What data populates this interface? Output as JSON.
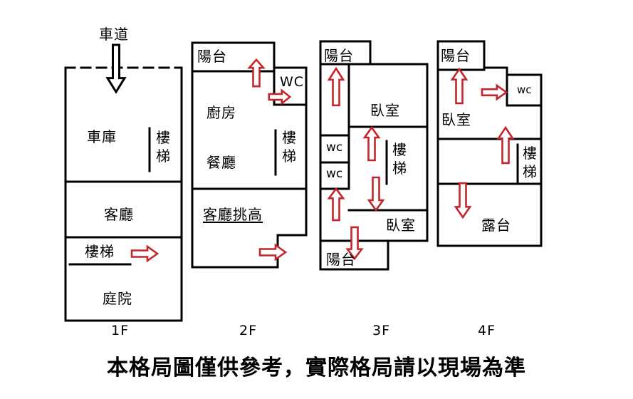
{
  "colors": {
    "background": "#ffffff",
    "wall": "#000000",
    "arrow_red": "#c3252b",
    "text": "#000000"
  },
  "icons": {
    "arrow_up": "red outline arrow pointing up",
    "arrow_down": "red outline arrow pointing down",
    "arrow_right": "red outline arrow pointing right",
    "driveway_arrow": "black outline arrow pointing down"
  },
  "driveway": {
    "label": "車道"
  },
  "floors": [
    {
      "id": "1F",
      "floor_label": "1F",
      "rooms": {
        "garage": "車庫",
        "stairs_side": "樓梯",
        "living": "客廳",
        "stairs": "樓梯",
        "yard": "庭院"
      }
    },
    {
      "id": "2F",
      "floor_label": "2F",
      "rooms": {
        "balcony": "陽台",
        "wc": "WC",
        "kitchen": "廚房",
        "dining": "餐廳",
        "stairs": "樓梯",
        "living_double_height": "客廳挑高"
      }
    },
    {
      "id": "3F",
      "floor_label": "3F",
      "rooms": {
        "balcony_top": "陽台",
        "bedroom_top": "臥室",
        "wc_upper": "wc",
        "wc_lower": "wc",
        "stairs": "樓梯",
        "bedroom_bottom": "臥室",
        "balcony_bottom": "陽台"
      }
    },
    {
      "id": "4F",
      "floor_label": "4F",
      "rooms": {
        "balcony": "陽台",
        "wc": "wc",
        "bedroom": "臥室",
        "stairs": "樓梯",
        "terrace": "露台"
      }
    }
  ],
  "disclaimer": "本格局圖僅供參考，實際格局請以現場為準"
}
